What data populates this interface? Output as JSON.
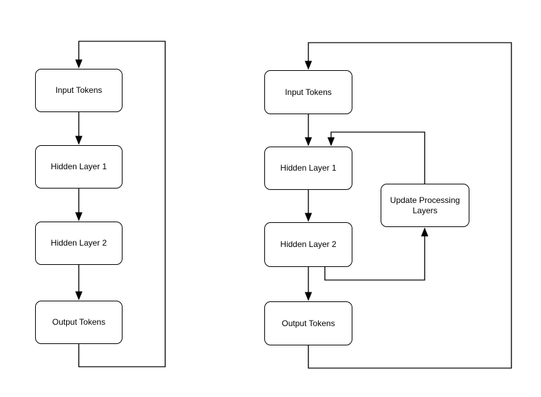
{
  "diagram": {
    "colors": {
      "stroke": "#000000",
      "fill": "#ffffff",
      "text": "#000000"
    },
    "left": {
      "nodes": [
        {
          "id": "input-tokens",
          "label": "Input Tokens"
        },
        {
          "id": "hidden-layer-1",
          "label": "Hidden Layer 1"
        },
        {
          "id": "hidden-layer-2",
          "label": "Hidden Layer 2"
        },
        {
          "id": "output-tokens",
          "label": "Output Tokens"
        }
      ],
      "edges": [
        "Input Tokens -> Hidden Layer 1",
        "Hidden Layer 1 -> Hidden Layer 2",
        "Hidden Layer 2 -> Output Tokens",
        "Output Tokens -> Input Tokens (feedback loop)"
      ]
    },
    "right": {
      "nodes": [
        {
          "id": "input-tokens",
          "label": "Input Tokens"
        },
        {
          "id": "hidden-layer-1",
          "label": "Hidden Layer 1"
        },
        {
          "id": "hidden-layer-2",
          "label": "Hidden Layer 2"
        },
        {
          "id": "output-tokens",
          "label": "Output Tokens"
        },
        {
          "id": "update-processing-layers",
          "label": "Update Processing Layers"
        }
      ],
      "edges": [
        "Input Tokens -> Hidden Layer 1",
        "Hidden Layer 1 -> Hidden Layer 2",
        "Hidden Layer 2 -> Output Tokens",
        "Output Tokens -> Input Tokens (feedback loop)",
        "Hidden Layer 2 -> Update Processing Layers",
        "Update Processing Layers -> Hidden Layer 1"
      ]
    }
  }
}
